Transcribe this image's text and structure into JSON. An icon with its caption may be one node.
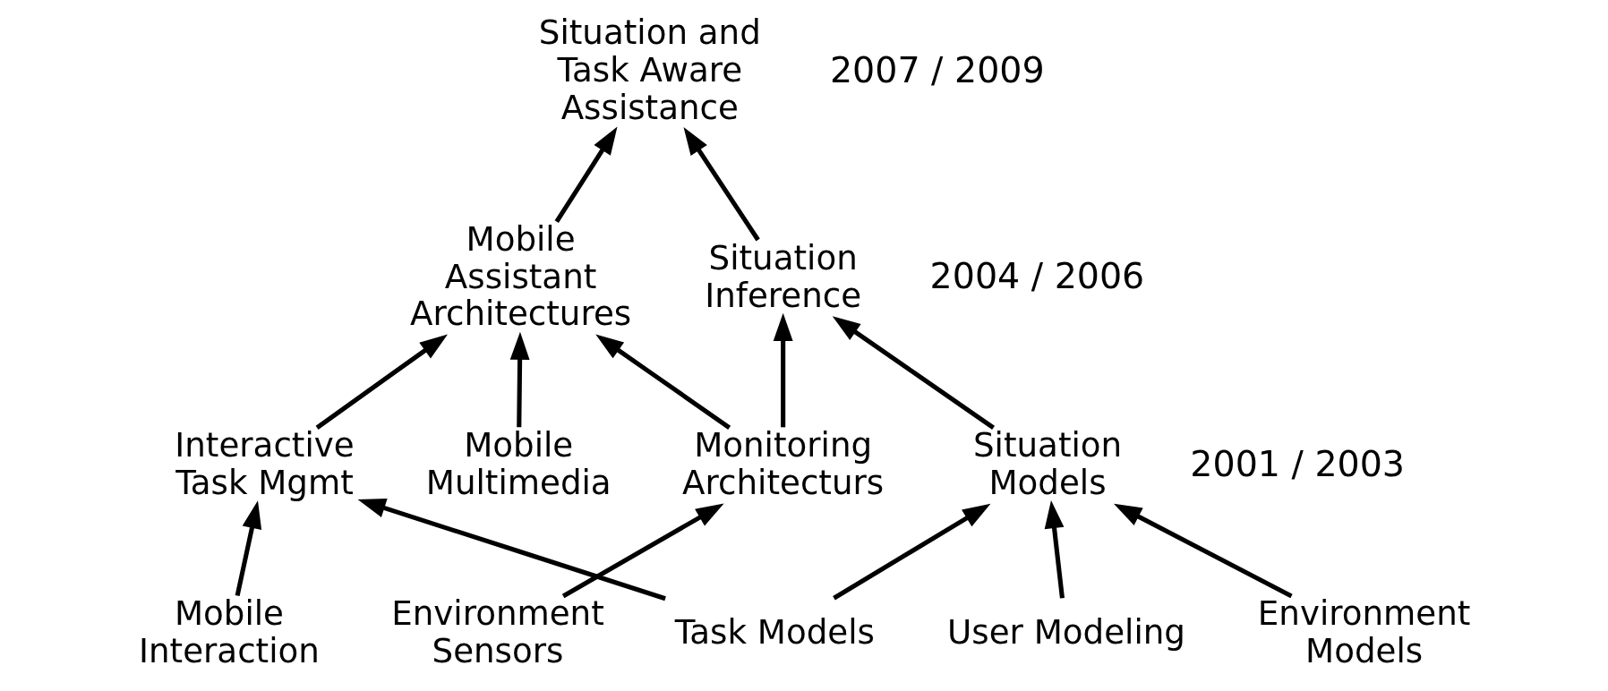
{
  "diagram": {
    "nodes": [
      {
        "text": [
          "Situation and Task Aware Assistance"
        ]
      },
      {
        "text": [
          "Mobile Assistant Architectures"
        ]
      },
      {
        "text": [
          "Situation Inference"
        ]
      },
      {
        "text": [
          "Mobile Multimedia"
        ]
      },
      {
        "text": [
          "Monitoring Architecturs"
        ]
      },
      {
        "text": [
          "Interactive Task Mgmt"
        ]
      },
      {
        "text": [
          "Situation Models"
        ]
      },
      {
        "text": [
          "Environment Sensors"
        ]
      },
      {
        "text": [
          "Mobile Interaction"
        ]
      },
      {
        "text": [
          "Task Models"
        ]
      },
      {
        "text": [
          "Environment Models"
        ]
      },
      {
        "text": [
          "User Modeling"
        ]
      }
    ],
    "edges": [
      {
        "from": 1,
        "to": 0,
        "arrow": "to"
      },
      {
        "from": 2,
        "to": 0,
        "arrow": "to"
      },
      {
        "from": 3,
        "to": 1,
        "arrow": "to"
      },
      {
        "from": 4,
        "to": 1,
        "arrow": "to"
      },
      {
        "from": 4,
        "to": 2,
        "arrow": "to"
      },
      {
        "from": 5,
        "to": 1,
        "arrow": "to"
      },
      {
        "from": 6,
        "to": 2,
        "arrow": "to"
      },
      {
        "from": 7,
        "to": 4,
        "arrow": "to"
      },
      {
        "from": 8,
        "to": 5,
        "arrow": "to"
      },
      {
        "from": 9,
        "to": 5,
        "arrow": "to"
      },
      {
        "from": 9,
        "to": 6,
        "arrow": "to"
      },
      {
        "from": 10,
        "to": 6,
        "arrow": "to"
      },
      {
        "from": 11,
        "to": 6,
        "arrow": "to"
      }
    ],
    "labels": [
      "2007 / 2009",
      "2004 / 2006",
      "2001 / 2003"
    ]
  }
}
